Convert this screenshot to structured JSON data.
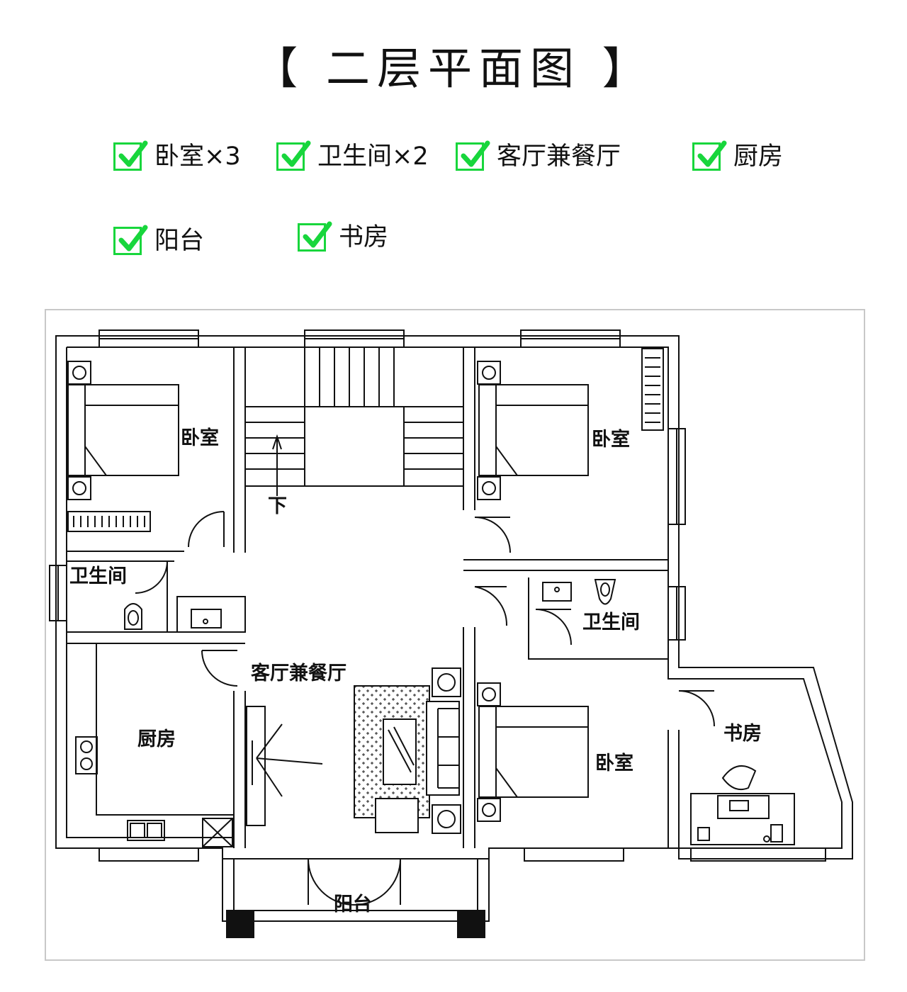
{
  "title": "【 二层平面图 】",
  "features": [
    {
      "label": "卧室×3"
    },
    {
      "label": "卫生间×2"
    },
    {
      "label": "客厅兼餐厅"
    },
    {
      "label": "厨房"
    },
    {
      "label": "阳台"
    },
    {
      "label": "书房"
    }
  ],
  "colors": {
    "check": "#18d63c",
    "line": "#111111",
    "frame": "#c8c8c8"
  },
  "icons": {
    "check": "checkmark-icon"
  },
  "plan": {
    "rooms": {
      "bedroom_nw": "卧室",
      "bedroom_ne": "卧室",
      "bedroom_se": "卧室",
      "bathroom_w": "卫生间",
      "bathroom_e": "卫生间",
      "living_dining": "客厅兼餐厅",
      "kitchen": "厨房",
      "study": "书房",
      "balcony": "阳台",
      "stair_down": "下"
    }
  }
}
